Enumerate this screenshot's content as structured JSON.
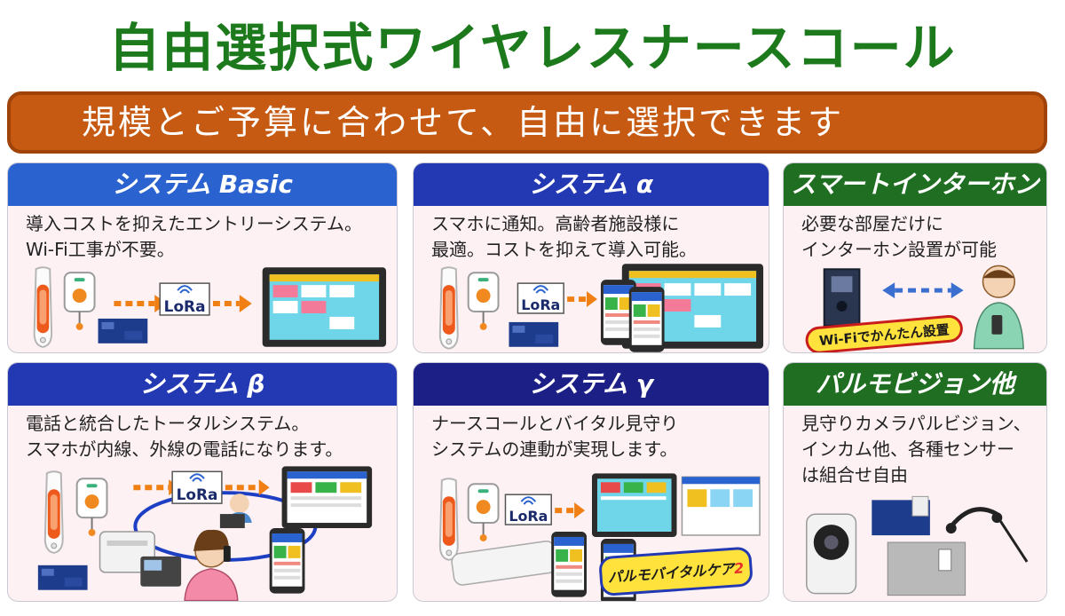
{
  "title": "自由選択式ワイヤレスナースコール",
  "banner": "規模とご予算に合わせて、自由に選択できます",
  "lora_label": "LoRa",
  "cards": {
    "basic": {
      "heading": "システム Basic",
      "lines": [
        "導入コストを抑えたエントリーシステム。",
        "Wi-Fi工事が不要。"
      ]
    },
    "alpha": {
      "heading": "システム α",
      "lines": [
        "スマホに通知。高齢者施設様に",
        "最適。コストを抑えて導入可能。"
      ]
    },
    "intercom": {
      "heading": "スマートインターホン",
      "lines": [
        "必要な部屋だけに",
        "インターホン設置が可能"
      ],
      "tag": "Wi-Fiでかんたん設置"
    },
    "beta": {
      "heading": "システム β",
      "lines": [
        "電話と統合したトータルシステム。",
        "スマホが内線、外線の電話になります。"
      ]
    },
    "gamma": {
      "heading": "システム γ",
      "lines": [
        "ナースコールとバイタル見守り",
        "システムの連動が実現します。"
      ],
      "tag": "パルモバイタルケア",
      "tag_suffix": "2"
    },
    "vision": {
      "heading": "パルモビジョン他",
      "lines": [
        "見守りカメラパルビジョン、",
        "インカム他、各種センサー",
        "は組合せ自由"
      ]
    }
  },
  "colors": {
    "title_green": "#1c7a1c",
    "banner_orange": "#c75a12",
    "basic_head": "#2a62cf",
    "alpha_head": "#2338b3",
    "beta_head": "#2338b3",
    "gamma_head": "#1c1f86",
    "side_head": "#1f6e22",
    "arrow_orange": "#f07f14"
  }
}
